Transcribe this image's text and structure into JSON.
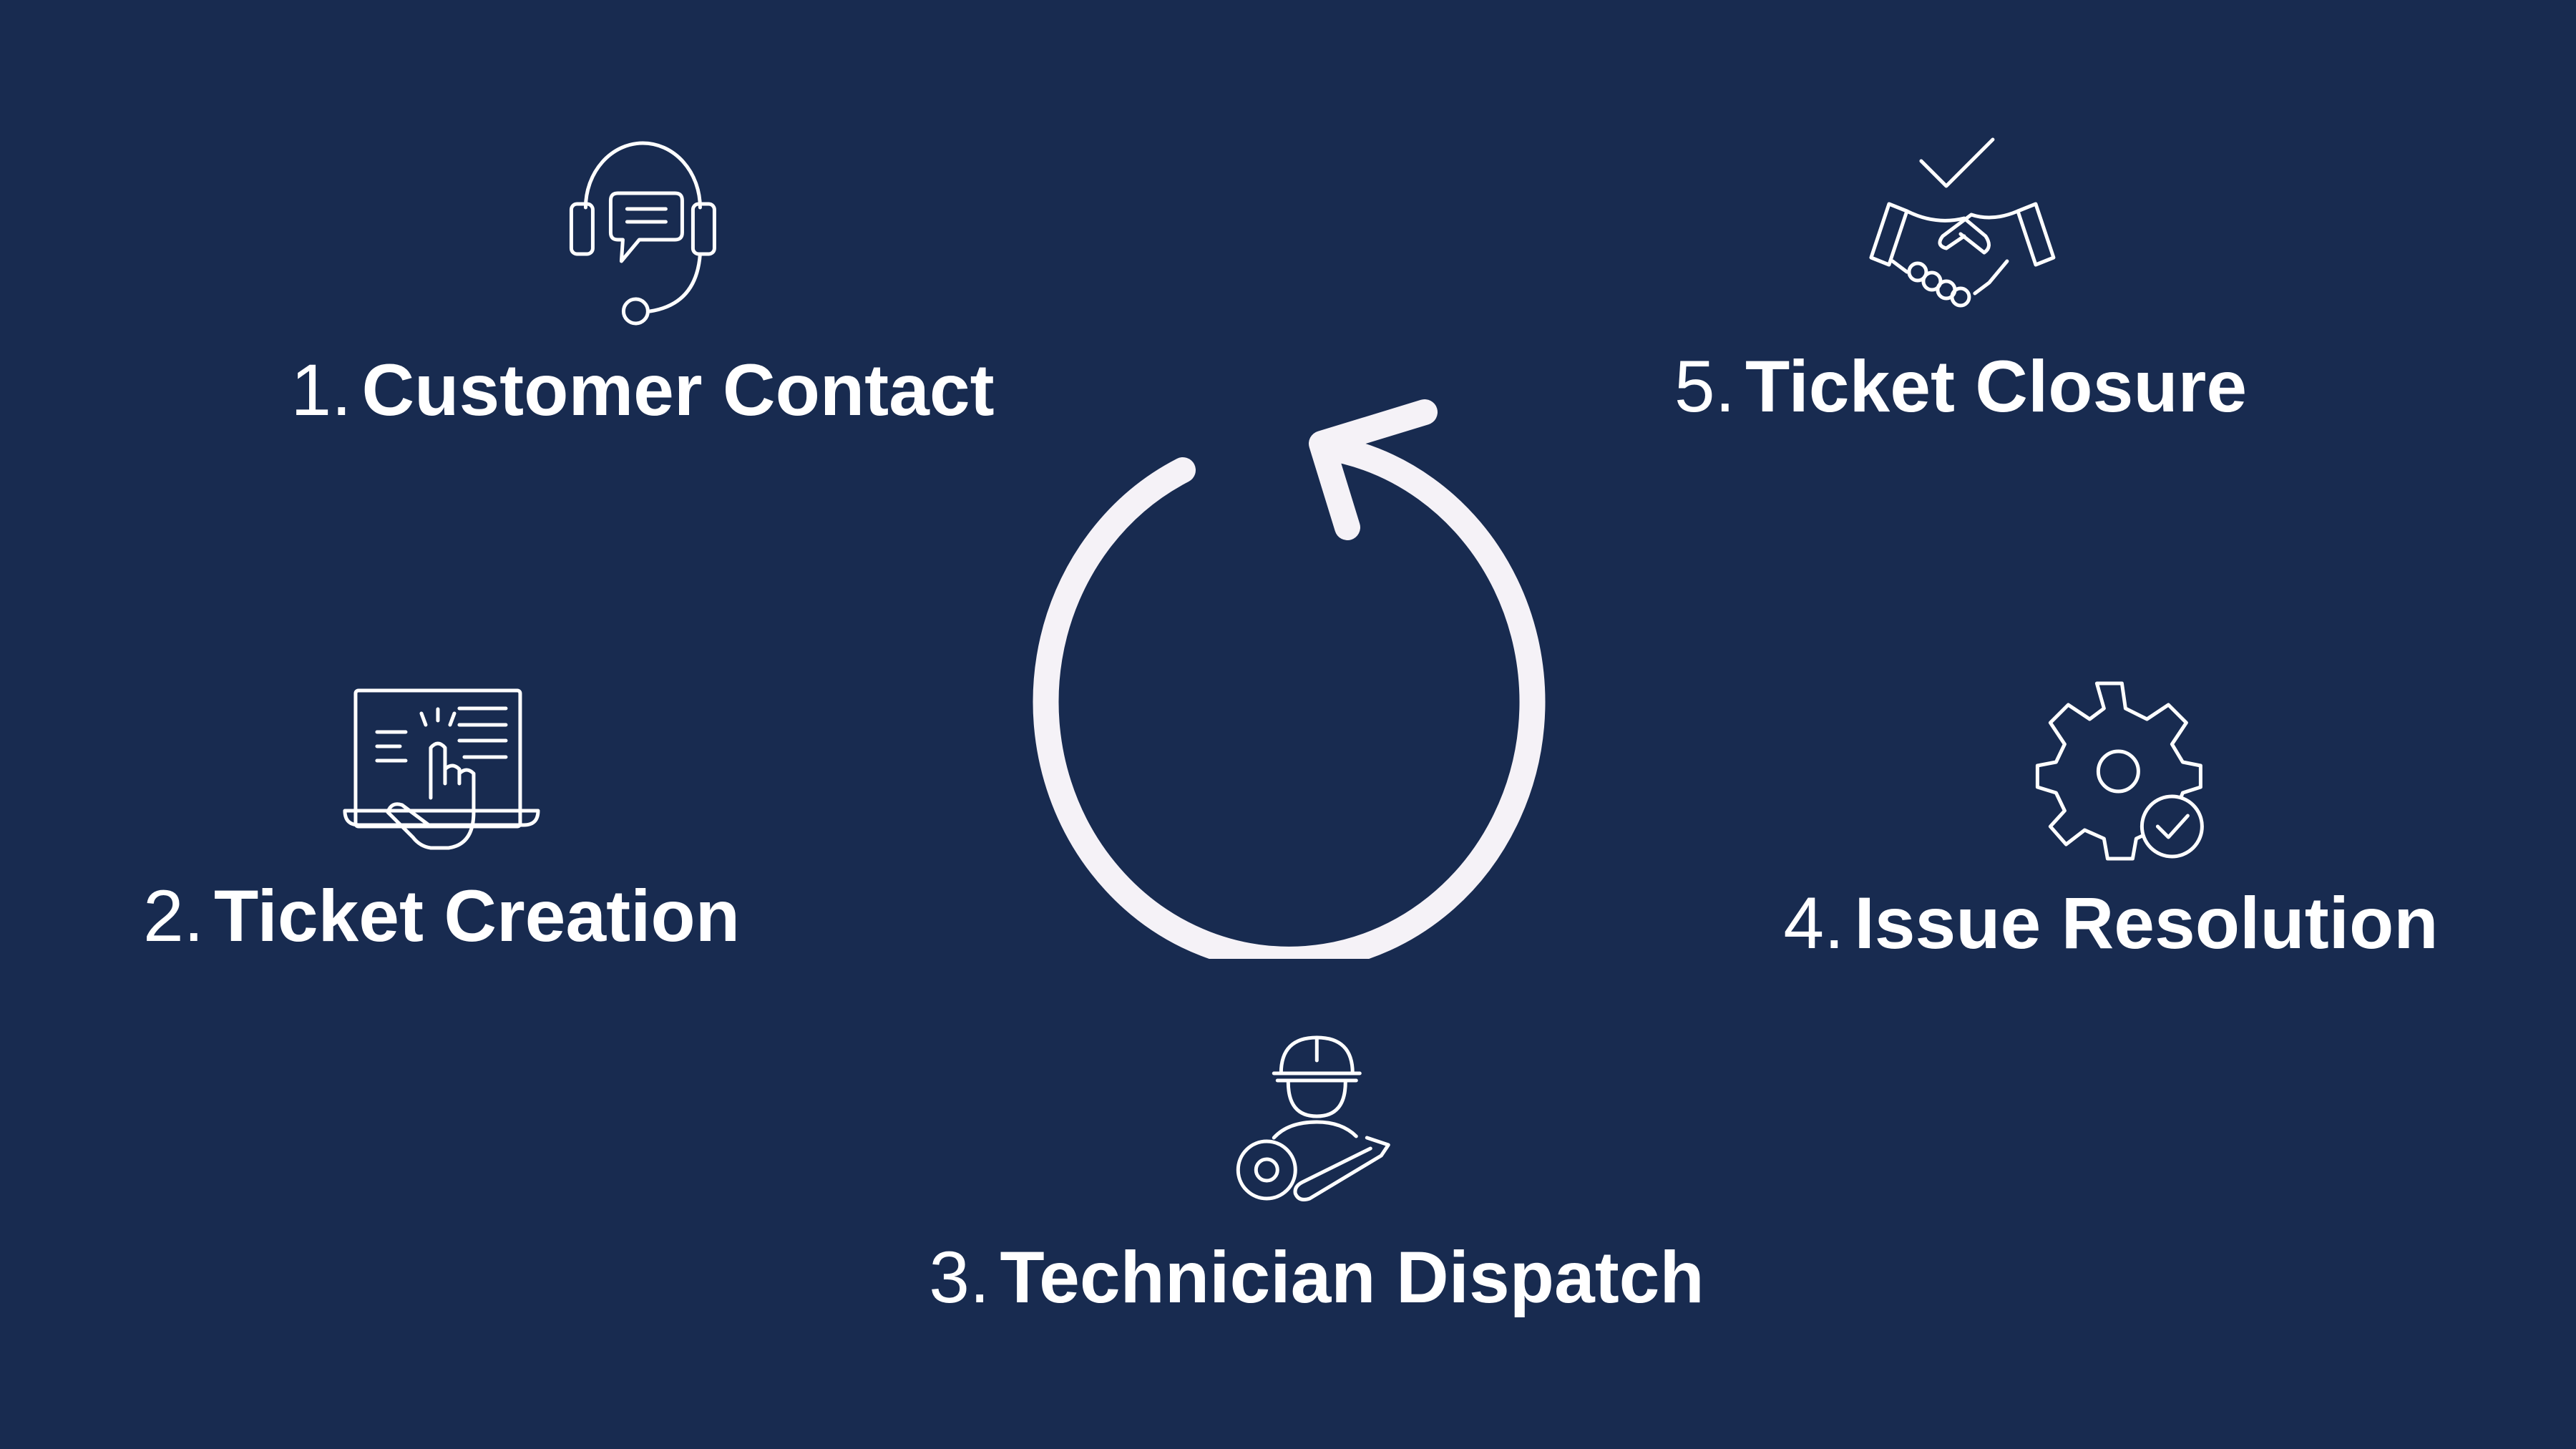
{
  "colors": {
    "background": "#182b50",
    "foreground": "#ffffff",
    "cycle_arrow": "#f5f2f7"
  },
  "center": {
    "icon": "refresh-cycle-arrow-icon"
  },
  "steps": [
    {
      "number": "1.",
      "label": "Customer Contact",
      "icon": "headset-chat-icon"
    },
    {
      "number": "2.",
      "label": "Ticket Creation",
      "icon": "laptop-touch-icon"
    },
    {
      "number": "3.",
      "label": "Technician Dispatch",
      "icon": "technician-gear-wrench-icon"
    },
    {
      "number": "4.",
      "label": "Issue Resolution",
      "icon": "gear-check-icon"
    },
    {
      "number": "5.",
      "label": "Ticket Closure",
      "icon": "handshake-check-icon"
    }
  ]
}
